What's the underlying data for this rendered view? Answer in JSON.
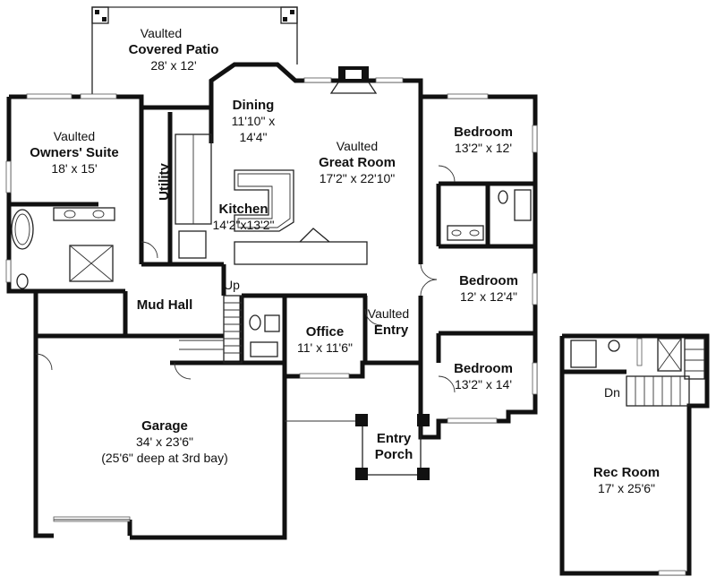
{
  "rooms": {
    "covered_patio": {
      "prefix": "Vaulted",
      "name": "Covered Patio",
      "dims": "28' x 12'"
    },
    "owners_suite": {
      "prefix": "Vaulted",
      "name": "Owners' Suite",
      "dims": "18' x 15'"
    },
    "dining": {
      "name": "Dining",
      "dims_line1": "11'10\" x",
      "dims_line2": "14'4\""
    },
    "great_room": {
      "prefix": "Vaulted",
      "name": "Great Room",
      "dims": "17'2\" x 22'10\""
    },
    "bedroom_1": {
      "name": "Bedroom",
      "dims": "13'2\" x 12'"
    },
    "utility": {
      "name": "Utility"
    },
    "kitchen": {
      "name": "Kitchen",
      "dims": "14'2\"x13'2\""
    },
    "bedroom_2": {
      "name": "Bedroom",
      "dims": "12' x 12'4\""
    },
    "mud_hall": {
      "name": "Mud Hall"
    },
    "stair_up": {
      "label": "Up"
    },
    "entry": {
      "prefix": "Vaulted",
      "name": "Entry"
    },
    "office": {
      "name": "Office",
      "dims": "11' x 11'6\""
    },
    "bedroom_3": {
      "name": "Bedroom",
      "dims": "13'2\" x 14'"
    },
    "garage": {
      "name": "Garage",
      "dims": "34' x 23'6\"",
      "note": "(25'6\" deep at 3rd bay)"
    },
    "entry_porch": {
      "name_line1": "Entry",
      "name_line2": "Porch"
    },
    "rec_room": {
      "name": "Rec Room",
      "dims": "17' x 25'6\""
    },
    "stair_down": {
      "label": "Dn"
    }
  }
}
